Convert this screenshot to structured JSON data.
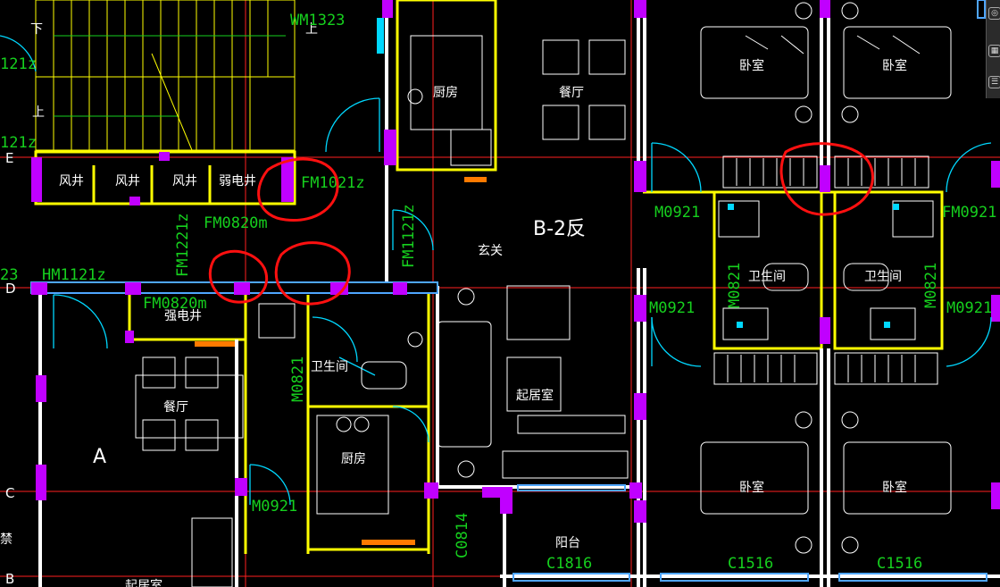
{
  "drawing": {
    "unit_label": "B-2反",
    "unit_a_label": "A",
    "rooms": {
      "kitchen_top": "厨房",
      "dining_top": "餐厅",
      "bedroom_tl": "卧室",
      "bedroom_tr": "卧室",
      "bedroom_bl": "卧室",
      "bedroom_br": "卧室",
      "bath_left": "卫生间",
      "bath_right": "卫生间",
      "bath_mid": "卫生间",
      "foyer": "玄关",
      "living": "起居室",
      "dining_a": "餐厅",
      "kitchen_mid": "厨房",
      "balcony": "阳台",
      "power_shaft": "强电井",
      "wind1": "风井",
      "wind2": "风井",
      "wind3": "风井",
      "weak_shaft": "弱电井",
      "stair_down": "下",
      "stair_up1": "上",
      "stair_up2": "上",
      "bottom_cut": "起居室",
      "left_cut": "禁"
    },
    "doors": {
      "wm1323": "WM1323",
      "fm1021": "FM1021z",
      "fm0820a": "FM0820m",
      "fm0820b": "FM0820m",
      "fm1221": "FM1221z",
      "fm1121": "FM1121z",
      "hm1121": "HM1121z",
      "m0921_r1": "M0921",
      "m0921_r2": "M0921",
      "m0921_r3": "M0921",
      "m0921_a": "M0921",
      "m0821_a": "M0821",
      "m0821_b": "M0821",
      "m0821_c": "M0821",
      "fm0921": "FM0921",
      "c0814": "C0814",
      "c1816": "C1816",
      "c1516_a": "C1516",
      "c1516_b": "C1516",
      "edge_121a": "121z",
      "edge_121b": "121z",
      "edge_23": "23"
    },
    "axes": [
      "E",
      "D",
      "C",
      "B"
    ],
    "colors": {
      "wall": "#ffff00",
      "column": "#c000ff",
      "grid": "#ff2020",
      "door": "#00d8ff",
      "label_green": "#16d01e",
      "markup": "#ff1010",
      "window": "#4fa6ff"
    }
  },
  "toolbar": {
    "icons": [
      "compass-icon",
      "grid-icon",
      "layers-icon"
    ]
  }
}
